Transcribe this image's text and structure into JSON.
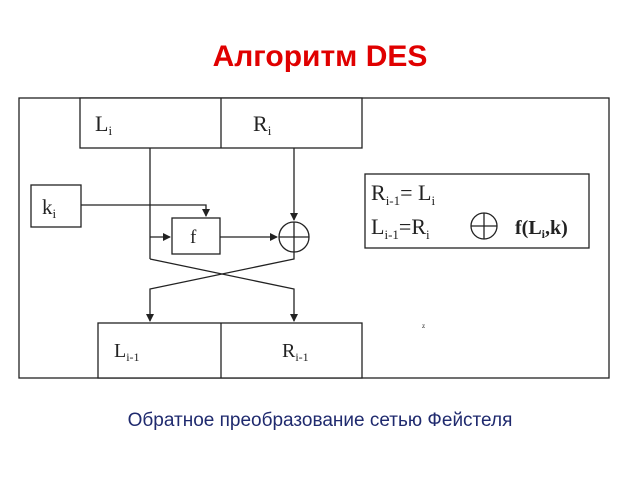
{
  "title": "Алгоритм DES",
  "caption": "Обратное преобразование сетью Фейстеля",
  "diagram": {
    "top_left": {
      "base": "L",
      "sub": "i"
    },
    "top_right": {
      "base": "R",
      "sub": "i"
    },
    "key": {
      "base": "k",
      "sub": "i"
    },
    "function": "f",
    "bottom_left": {
      "base": "L",
      "sub": "i-1"
    },
    "bottom_right": {
      "base": "R",
      "sub": "i-1"
    },
    "formula_1": {
      "lhs": "R",
      "lhs_sub": "i-1",
      "eq": "= L",
      "rhs_sub": "i"
    },
    "formula_2": {
      "lhs": "L",
      "lhs_sub": "i-1",
      "eq": "=R",
      "rhs_sub": "i",
      "func": "f(L",
      "func_sub": "i",
      "func_end": ",k)"
    },
    "stray_mark": "z"
  }
}
